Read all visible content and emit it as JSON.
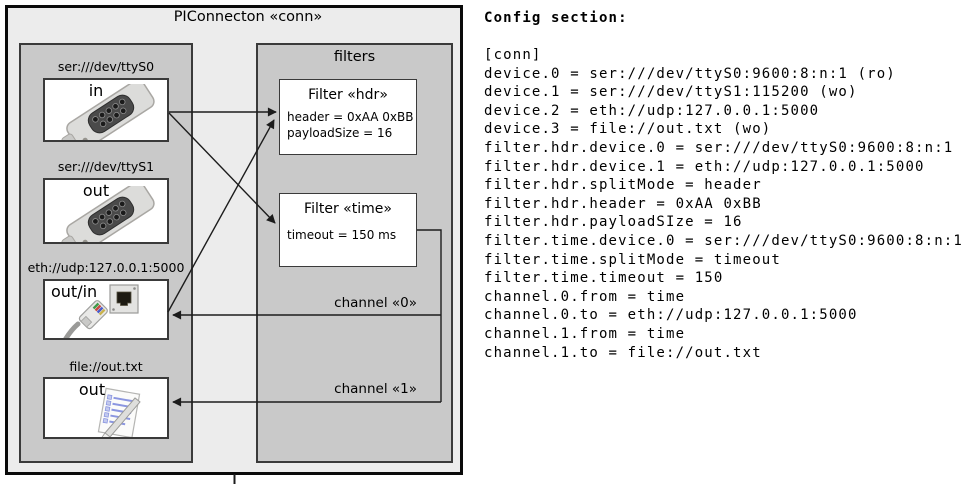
{
  "diagram": {
    "title": "PIConnecton «conn»",
    "filters_panel_title": "filters",
    "devices": [
      {
        "label": "ser:///dev/ttyS0",
        "direction": "in",
        "icon": "serial-connector"
      },
      {
        "label": "ser:///dev/ttyS1",
        "direction": "out",
        "icon": "serial-connector"
      },
      {
        "label": "eth://udp:127.0.0.1:5000",
        "direction": "out/in",
        "icon": "ethernet-jack-and-cable"
      },
      {
        "label": "file://out.txt",
        "direction": "out",
        "icon": "notepad-pencil"
      }
    ],
    "filters": [
      {
        "title": "Filter «hdr»",
        "attributes": [
          "header = 0xAA 0xBB",
          "payloadSize = 16"
        ]
      },
      {
        "title": "Filter «time»",
        "attributes": [
          "timeout = 150 ms"
        ]
      }
    ],
    "channels": [
      {
        "label": "channel «0»"
      },
      {
        "label": "channel «1»"
      }
    ]
  },
  "config": {
    "heading": "Config section:",
    "lines": [
      "[conn]",
      "device.0 = ser:///dev/ttyS0:9600:8:n:1 (ro)",
      "device.1 = ser:///dev/ttyS1:115200 (wo)",
      "device.2 = eth://udp:127.0.0.1:5000",
      "device.3 = file://out.txt (wo)",
      "filter.hdr.device.0 = ser:///dev/ttyS0:9600:8:n:1",
      "filter.hdr.device.1 = eth://udp:127.0.0.1:5000",
      "filter.hdr.splitMode = header",
      "filter.hdr.header = 0xAA 0xBB",
      "filter.hdr.payloadSIze = 16",
      "filter.time.device.0 = ser:///dev/ttyS0:9600:8:n:1",
      "filter.time.splitMode = timeout",
      "filter.time.timeout = 150",
      "channel.0.from = time",
      "channel.0.to = eth://udp:127.0.0.1:5000",
      "channel.1.from = time",
      "channel.1.to = file://out.txt"
    ]
  },
  "colors": {
    "outer_bg": "#ececec",
    "panel_bg": "#c9c9c9",
    "box_bg": "#ffffff",
    "border_dark": "#3a3a3a",
    "outer_border": "#0a0a0a",
    "line": "#1c1c1c"
  }
}
